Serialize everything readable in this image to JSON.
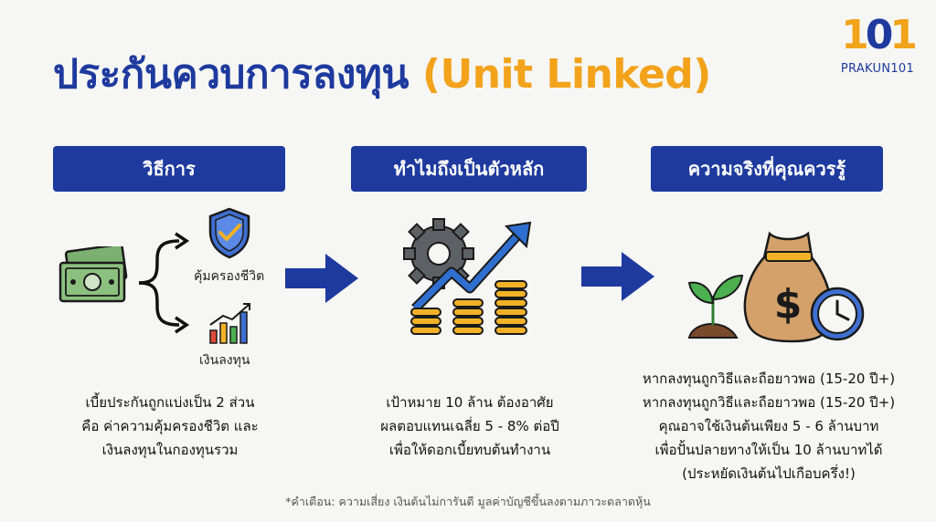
{
  "header": {
    "title_main": "ประกันควบการลงทุน",
    "title_accent": "(Unit Linked)"
  },
  "logo": {
    "num_left": "1",
    "num_mid": "0",
    "num_right": "1",
    "text": "PRAKUN101"
  },
  "columns": [
    {
      "heading": "วิธีการ",
      "labels": {
        "protection": "คุ้มครองชีวิต",
        "investment": "เงินลงทุน"
      },
      "lines": [
        "เบี้ยประกันถูกแบ่งเป็น 2 ส่วน",
        "คือ ค่าความคุ้มครองชีวิต และ",
        "เงินลงทุนในกองทุนรวม"
      ]
    },
    {
      "heading": "ทำไมถึงเป็นตัวหลัก",
      "lines": [
        "เป้าหมาย 10 ล้าน ต้องอาศัย",
        "ผลตอบแทนเฉลี่ย 5 - 8% ต่อปี",
        "เพื่อให้ดอกเบี้ยทบต้นทำงาน"
      ]
    },
    {
      "heading": "ความจริงที่คุณควรรู้",
      "lines": [
        "หากลงทุนถูกวิธีและถือยาวพอ (15-20 ปี+)",
        "หากลงทุนถูกวิธีและถือยาวพอ (15-20 ปี+)",
        "คุณอาจใช้เงินต้นเพียง 5 - 6 ล้านบาท",
        "เพื่อปั้นปลายทางให้เป็น 10 ล้านบาทได้",
        "(ประหยัดเงินต้นไปเกือบครึ่ง!)"
      ]
    }
  ],
  "footnote": "*คำเตือน: ความเสี่ยง เงินต้นไม่การันตี มูลค่าบัญชีขึ้นลงตามภาวะตลาดหุ้น",
  "icons": [
    "money-icon",
    "bracket-arrows-icon",
    "shield-check-icon",
    "bar-chart-icon",
    "gear-icon",
    "growth-arrow-icon",
    "coin-stacks-icon",
    "plant-icon",
    "money-bag-icon",
    "clock-icon",
    "right-arrow-icon"
  ],
  "colors": {
    "brand_blue": "#1e3a9e",
    "accent_orange": "#f2a31b",
    "background": "#f6f6f4"
  }
}
